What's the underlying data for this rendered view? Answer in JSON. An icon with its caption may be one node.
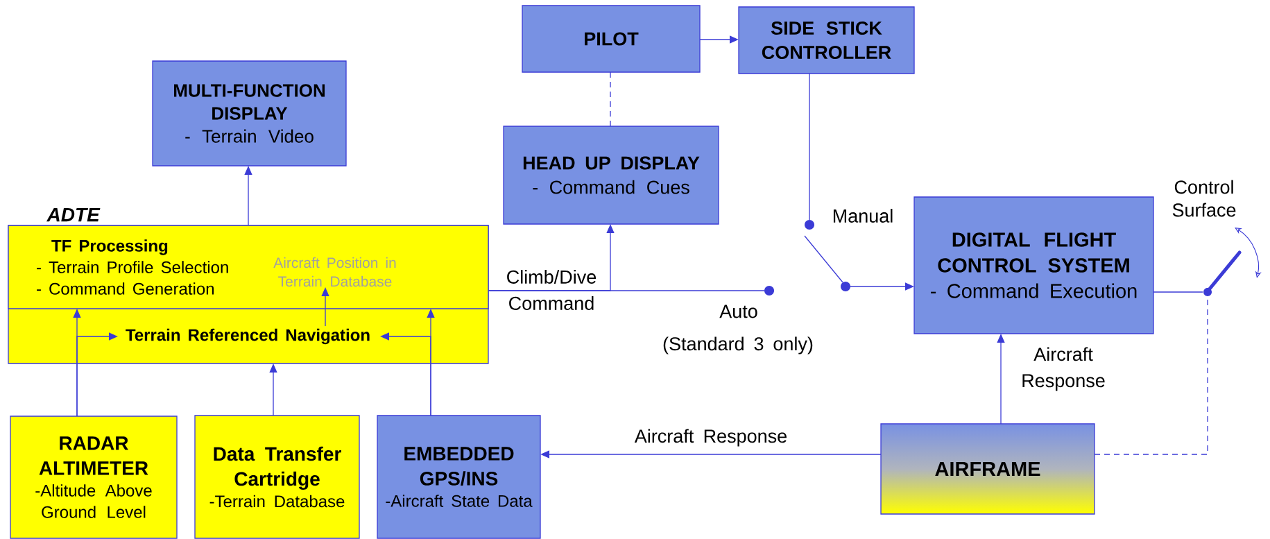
{
  "diagram": {
    "nodes": [
      {
        "text": [
          "PILOT"
        ]
      },
      {
        "text": [
          "SIDE STICK CONTROLLER"
        ]
      },
      {
        "text": [
          "MULTI-FUNCTION DISPLAY",
          "- Terrain Video"
        ]
      },
      {
        "text": [
          "HEAD UP DISPLAY",
          "- Command Cues"
        ]
      },
      {
        "text": [
          "ADTE"
        ]
      },
      {
        "text": [
          "TF Processing",
          "- Terrain Profile Selection",
          "- Command Generation"
        ],
        "in": 4
      },
      {
        "text": [
          "Aircraft Position in Terrain Database"
        ],
        "in": 5
      },
      {
        "text": [
          "Terrain Referenced Navigation"
        ],
        "in": 4
      },
      {
        "text": [],
        "shape": "circle",
        "beside": [
          "Manual"
        ]
      },
      {
        "text": [
          "DIGITAL FLIGHT CONTROL SYSTEM",
          "- Command Execution"
        ]
      },
      {
        "text": [],
        "shape": "picture"
      },
      {
        "text": [],
        "shape": "circle",
        "beside": [
          "Auto",
          "(Standard 3 only)"
        ]
      },
      {
        "text": [],
        "shape": "circle"
      },
      {
        "text": [
          "RADAR ALTIMETER",
          "-Altitude Above Ground Level"
        ]
      },
      {
        "text": [
          "Data Transfer Cartridge",
          "-Terrain Database"
        ]
      },
      {
        "text": [
          "EMBEDDED GPS/INS",
          "-Aircraft State Data"
        ]
      },
      {
        "text": [
          "AIRFRAME"
        ]
      }
    ],
    "edges": [
      {
        "from": 5,
        "to": 2,
        "arrow": "to"
      },
      {
        "from": 0,
        "to": 1,
        "arrow": "to"
      },
      {
        "from": 0,
        "to": 3,
        "arrow": "none",
        "style": "dashed"
      },
      {
        "from": 5,
        "to": 3,
        "arrow": "to",
        "label": "Climb/Dive Command"
      },
      {
        "from": 5,
        "to": 11,
        "arrow": "none"
      },
      {
        "from": 1,
        "to": 8,
        "arrow": "none"
      },
      {
        "from": 12,
        "to": 9,
        "arrow": "to"
      },
      {
        "from": 9,
        "to": 10,
        "arrow": "none"
      },
      {
        "from": 16,
        "to": 10,
        "arrow": "none",
        "style": "dashed"
      },
      {
        "from": 16,
        "to": 9,
        "arrow": "to",
        "label": "Aircraft Response"
      },
      {
        "from": 16,
        "to": 15,
        "arrow": "to",
        "label": "Aircraft Response"
      },
      {
        "from": 13,
        "to": 5,
        "arrow": "to"
      },
      {
        "from": 13,
        "to": 7,
        "arrow": "to"
      },
      {
        "from": 14,
        "to": 4,
        "arrow": "to"
      },
      {
        "from": 15,
        "to": 5,
        "arrow": "to"
      },
      {
        "from": 15,
        "to": 7,
        "arrow": "to"
      },
      {
        "from": 7,
        "to": 6,
        "arrow": "to"
      },
      {
        "from": 12,
        "to": 8,
        "arrow": "none"
      }
    ],
    "labels": [
      "Control Surface"
    ]
  }
}
